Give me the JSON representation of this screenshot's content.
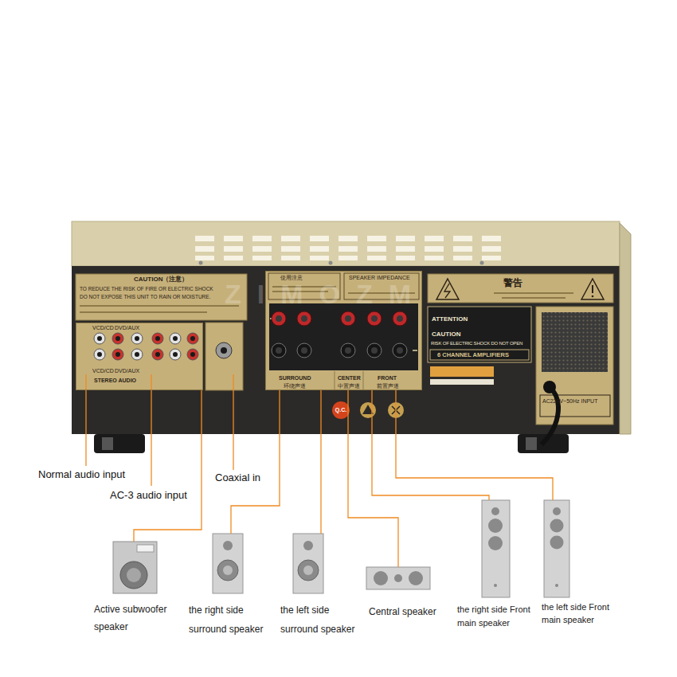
{
  "diagram": {
    "nodes": [
      {
        "text": [
          "VCD/CD",
          "DVD/AUX",
          "VCD/CD",
          "DVD/AUX",
          "STEREO AUDIO"
        ]
      },
      {
        "text": [
          "使用注意",
          "SPEAKER IMPEDANCE",
          "SURROUND",
          "环绕声道",
          "CENTER",
          "中置声道",
          "FRONT",
          "前置声道"
        ]
      },
      {
        "text": [
          "Active subwoofer speaker"
        ]
      },
      {
        "text": [
          "the right side surround speaker"
        ]
      },
      {
        "text": [
          "the left side surround speaker"
        ]
      },
      {
        "text": [
          "Central speaker"
        ]
      },
      {
        "text": [
          "the right side Front main speaker"
        ]
      },
      {
        "text": [
          "the left side Front main speaker"
        ]
      }
    ],
    "edges": [
      {
        "from": 0,
        "to": 2,
        "arrow": "none"
      },
      {
        "from": 1,
        "to": 3,
        "arrow": "none"
      },
      {
        "from": 1,
        "to": 4,
        "arrow": "none"
      },
      {
        "from": 1,
        "to": 5,
        "arrow": "none"
      },
      {
        "from": 1,
        "to": 6,
        "arrow": "none"
      },
      {
        "from": 1,
        "to": 7,
        "arrow": "none"
      }
    ],
    "labels": [
      "Normal audio input",
      "AC-3 audio input",
      "Coaxial in",
      "CAUTION（注意）",
      "TO REDUCE THE RISK OF FIRE OR ELECTRIC SHOCK",
      "DO NOT EXPOSE THIS UNIT TO RAIN OR MOISTURE.",
      "警告",
      "ATTENTION",
      "CAUTION",
      "RISK OF ELECTRIC SHOCK DO NOT OPEN",
      "6 CHANNEL AMPLIFIERS",
      "AC220V~50Hz INPUT",
      "Q.C.",
      "ZIMOZM"
    ]
  }
}
